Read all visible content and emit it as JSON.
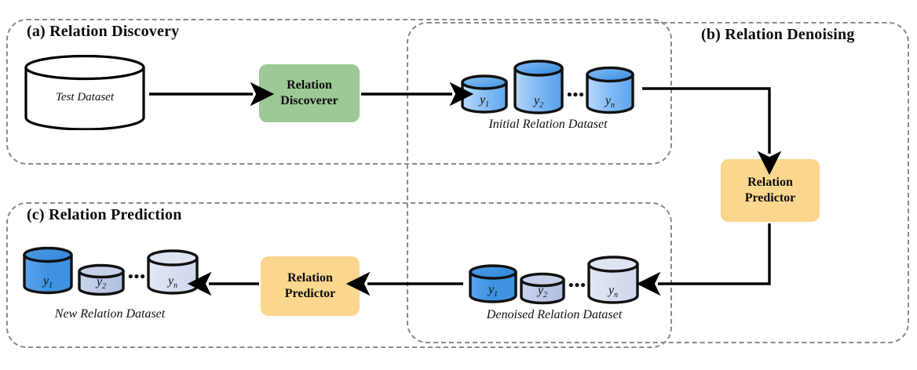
{
  "figure": {
    "panels": [
      {
        "id": "a",
        "title": "(a) Relation Discovery"
      },
      {
        "id": "b",
        "title": "(b) Relation Denoising"
      },
      {
        "id": "c",
        "title": "(c) Relation Prediction"
      }
    ]
  },
  "panel_a": {
    "source_dataset_label": "Test Dataset",
    "process_label_line1": "Relation",
    "process_label_line2": "Discoverer",
    "process_color": "#9CC995"
  },
  "panel_b": {
    "initial_caption": "Initial Relation Dataset",
    "denoised_caption": "Denoised Relation Dataset",
    "process_label_line1": "Relation",
    "process_label_line2": "Predictor",
    "process_color": "#FBD68E",
    "ellipsis": "•••",
    "initial_cylinders": [
      {
        "label": "y",
        "sub": "1",
        "fill": "#7FB6F2"
      },
      {
        "label": "y",
        "sub": "2",
        "fill": "#5FA5EE"
      },
      {
        "label": "y",
        "sub": "n",
        "fill": "#72ADF0"
      }
    ],
    "denoised_cylinders": [
      {
        "label": "y",
        "sub": "1",
        "fill": "#3E92E0"
      },
      {
        "label": "y",
        "sub": "2",
        "fill": "#BCC8E4"
      },
      {
        "label": "y",
        "sub": "n",
        "fill": "#D8DEF0"
      }
    ]
  },
  "panel_c": {
    "caption": "New Relation Dataset",
    "process_label_line1": "Relation",
    "process_label_line2": "Predictor",
    "process_color": "#FBD68E",
    "ellipsis": "•••",
    "cylinders": [
      {
        "label": "y",
        "sub": "1",
        "fill": "#3E92E0"
      },
      {
        "label": "y",
        "sub": "2",
        "fill": "#BCC8E4"
      },
      {
        "label": "y",
        "sub": "n",
        "fill": "#D8DEF0"
      }
    ]
  },
  "colors": {
    "panel_border": "#8a8a8a",
    "arrow": "#000000",
    "text": "#0d0d0d"
  }
}
